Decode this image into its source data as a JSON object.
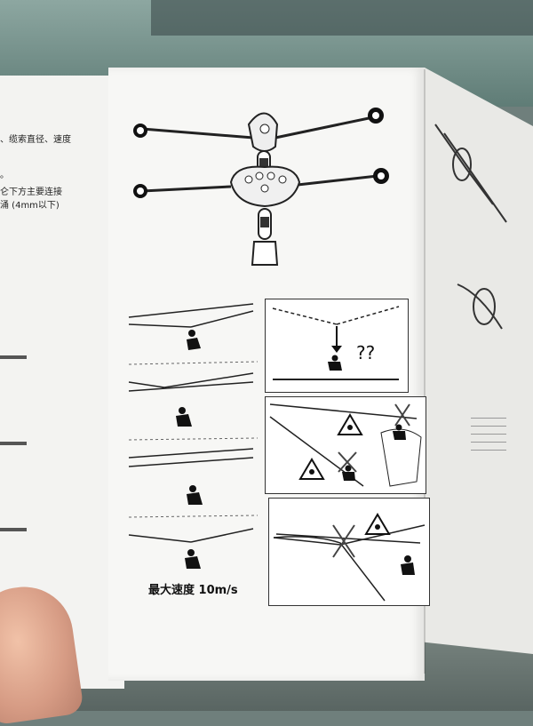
{
  "left_page": {
    "lines": [
      "、缆索直径、速度",
      "",
      "",
      "。",
      "仑下方主要连接",
      "",
      "涌 (4mm以下)"
    ]
  },
  "diagrams": {
    "question_marks": "??",
    "max_speed_label": "最大速度 10m/s"
  },
  "icons": [
    "carabiner-icon",
    "pulley-icon",
    "skull-warning-icon",
    "cross-mark-icon"
  ],
  "colors": {
    "paper": "#f7f7f5",
    "ink": "#1a1a1a",
    "background": "#6f7f7c"
  }
}
